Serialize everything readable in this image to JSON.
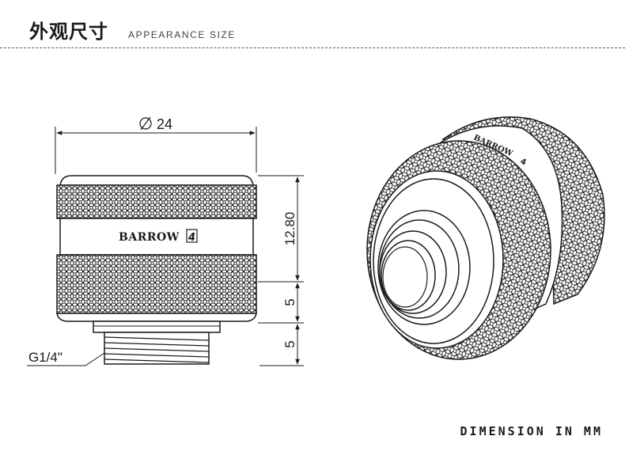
{
  "header": {
    "title_cn": "外观尺寸",
    "title_en": "APPEARANCE SIZE"
  },
  "dimensions": {
    "diameter": "24",
    "height_top": "12.80",
    "height_mid": "5",
    "height_bottom": "5",
    "thread": "G1/4\""
  },
  "brand": {
    "logo_text": "BARROW",
    "logo_number": "4"
  },
  "footer": {
    "unit_note": "DIMENSION IN MM"
  },
  "colors": {
    "line": "#1a1a1a",
    "knurl": "#2a2a2a"
  }
}
